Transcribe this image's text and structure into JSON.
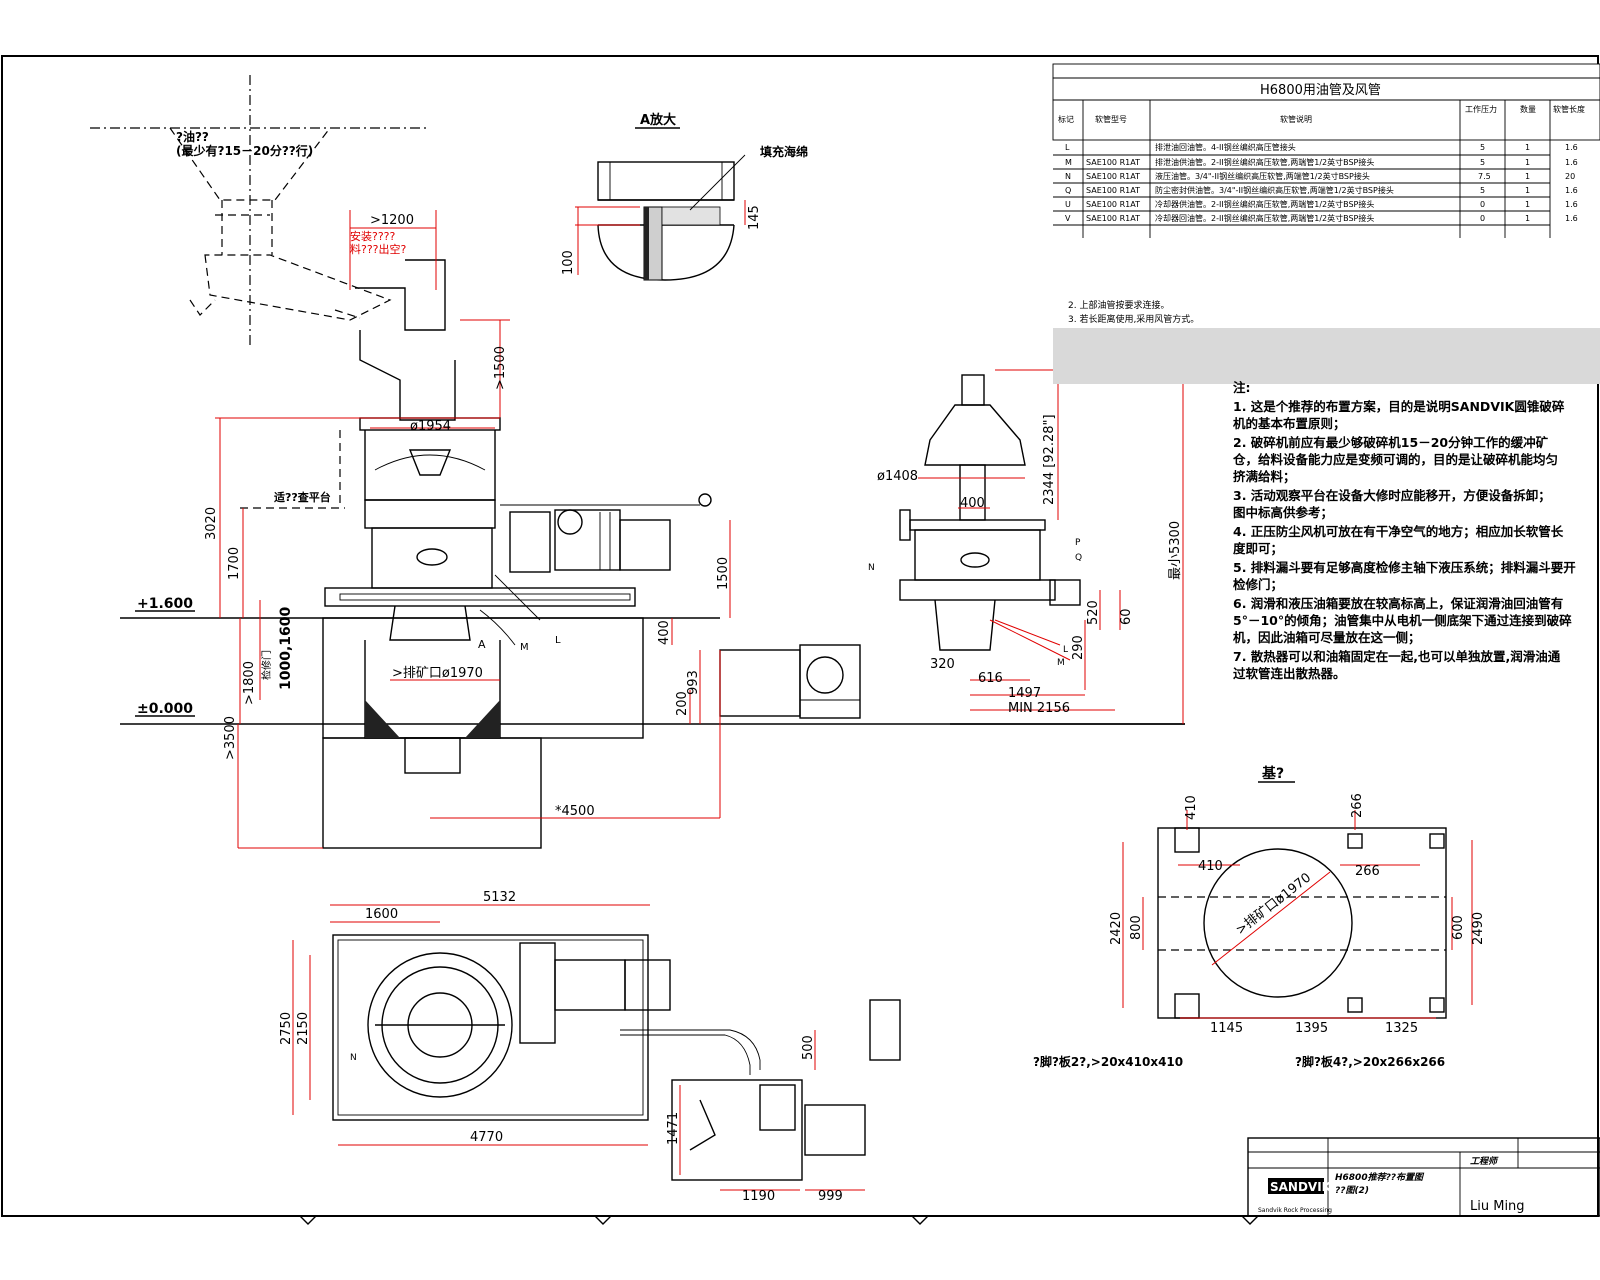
{
  "top_left": {
    "line1": "?油??",
    "line2": "(最少有?15－20分??行)"
  },
  "detail_a": {
    "title": "A放大",
    "callout": "填充海绵",
    "dim_145": "145",
    "dim_100": "100"
  },
  "elevation": {
    "dim_1200": ">1200",
    "red_note_1": "安装????",
    "red_note_2": "料???出空?",
    "dim_1500_top": ">1500",
    "dim_1954": "ø1954",
    "dim_3020": "3020",
    "dim_1700": "1700",
    "platform_label": "适??查平台",
    "level_1600": "+1.600",
    "level_0": "±0.000",
    "dim_1800": ">1800",
    "dim_1000": "1000,1600",
    "door_label": "检修门",
    "dim_1500_right": "1500",
    "dim_400": "400",
    "dim_993": "993",
    "dim_200": "200",
    "outlet": ">排矿口ø1970",
    "dim_3500": ">3500",
    "dim_4500": "*4500",
    "label_a": "A",
    "label_m": "M",
    "label_l": "L"
  },
  "side_view": {
    "dim_1408": "ø1408",
    "dim_400": "400",
    "dim_2344": "2344 [92.28\"]",
    "dim_5300": "最小5300",
    "dim_520": "520",
    "dim_60": "60",
    "dim_290": "290",
    "dim_320": "320",
    "dim_616": "616",
    "dim_1497": "1497",
    "dim_2156": "MIN  2156",
    "labels": [
      "P",
      "Q",
      "N",
      "L",
      "M"
    ]
  },
  "table": {
    "title": "H6800用油管及风管",
    "headers": [
      "标记",
      "软管型号",
      "软管说明",
      "工作压力",
      "数量",
      "软管长度"
    ],
    "rows": [
      [
        "L",
        "",
        "排泄油回油管。4-II钢丝编织高压管接头",
        "5",
        "1",
        "1.6"
      ],
      [
        "M",
        "SAE100 R1AT",
        "排泄油供油管。2-II钢丝编织高压软管,两端管1/2英寸BSP接头",
        "5",
        "1",
        "1.6"
      ],
      [
        "N",
        "SAE100 R1AT",
        "液压油管。3/4\"-II钢丝编织高压软管,两端管1/2英寸BSP接头",
        "7.5",
        "1",
        "20"
      ],
      [
        "Q",
        "SAE100 R1AT",
        "防尘密封供油管。3/4\"-II钢丝编织高压软管,两端管1/2英寸BSP接头",
        "5",
        "1",
        "1.6"
      ],
      [
        "U",
        "SAE100 R1AT",
        "冷却器供油管。2-II钢丝编织高压软管,两端管1/2英寸BSP接头",
        "0",
        "1",
        "1.6"
      ],
      [
        "V",
        "SAE100 R1AT",
        "冷却器回油管。2-II钢丝编织高压软管,两端管1/2英寸BSP接头",
        "0",
        "1",
        "1.6"
      ]
    ],
    "note2": "2. 上部油管按要求连接。",
    "note3": "3. 若长距离使用,采用风管方式。"
  },
  "notes": {
    "heading": "注:",
    "items": [
      "1. 这是个推荐的布置方案，目的是说明SANDVIK圆锥破碎",
      "机的基本布置原则；",
      "2. 破碎机前应有最少够破碎机15－20分钟工作的缓冲矿",
      "仓，给料设备能力应是变频可调的，目的是让破碎机能均匀",
      "挤满给料；",
      "3. 活动观察平台在设备大修时应能移开，方便设备拆卸；",
      "图中标高供参考；",
      "4. 正压防尘风机可放在有干净空气的地方；相应加长软管长",
      "度即可；",
      "5. 排料漏斗要有足够高度检修主轴下液压系统；排料漏斗要开",
      "检修门；",
      "6. 润滑和液压油箱要放在较高标高上，保证润滑油回油管有",
      "5°－10°的倾角；油管集中从电机一侧底架下通过连接到破碎",
      "机，因此油箱可尽量放在这一侧；",
      "7. 散热器可以和油箱固定在一起,也可以单独放置,润滑油通",
      "过软管连出散热器。"
    ]
  },
  "foundation": {
    "title": "基?",
    "dim_410_top": "410",
    "dim_410": "410",
    "dim_266_top": "266",
    "dim_266": "266",
    "dim_2420": "2420",
    "dim_800": "800",
    "dim_600": "600",
    "dim_2490": "2490",
    "outlet": ">排矿口ø1970",
    "dim_1145": "1145",
    "dim_1395": "1395",
    "dim_1325": "1325",
    "bolt_left": "?脚?板2?,>20x410x410",
    "bolt_right": "?脚?板4?,>20x266x266"
  },
  "plan": {
    "dim_5132": "5132",
    "dim_1600": "1600",
    "dim_2750": "2750",
    "dim_2150": "2150",
    "dim_4770": "4770",
    "dim_500": "500",
    "dim_1471": "1471",
    "dim_1190": "1190",
    "dim_999": "999",
    "label_n": "N"
  },
  "title_block": {
    "company": "SANDVIK",
    "company_sub": "Sandvik Rock Processing",
    "drawing_title": "H6800推荐??布置图",
    "drawing_sub": "??图(2)",
    "drawn_by": "Liu  Ming",
    "tag": "工程师"
  }
}
